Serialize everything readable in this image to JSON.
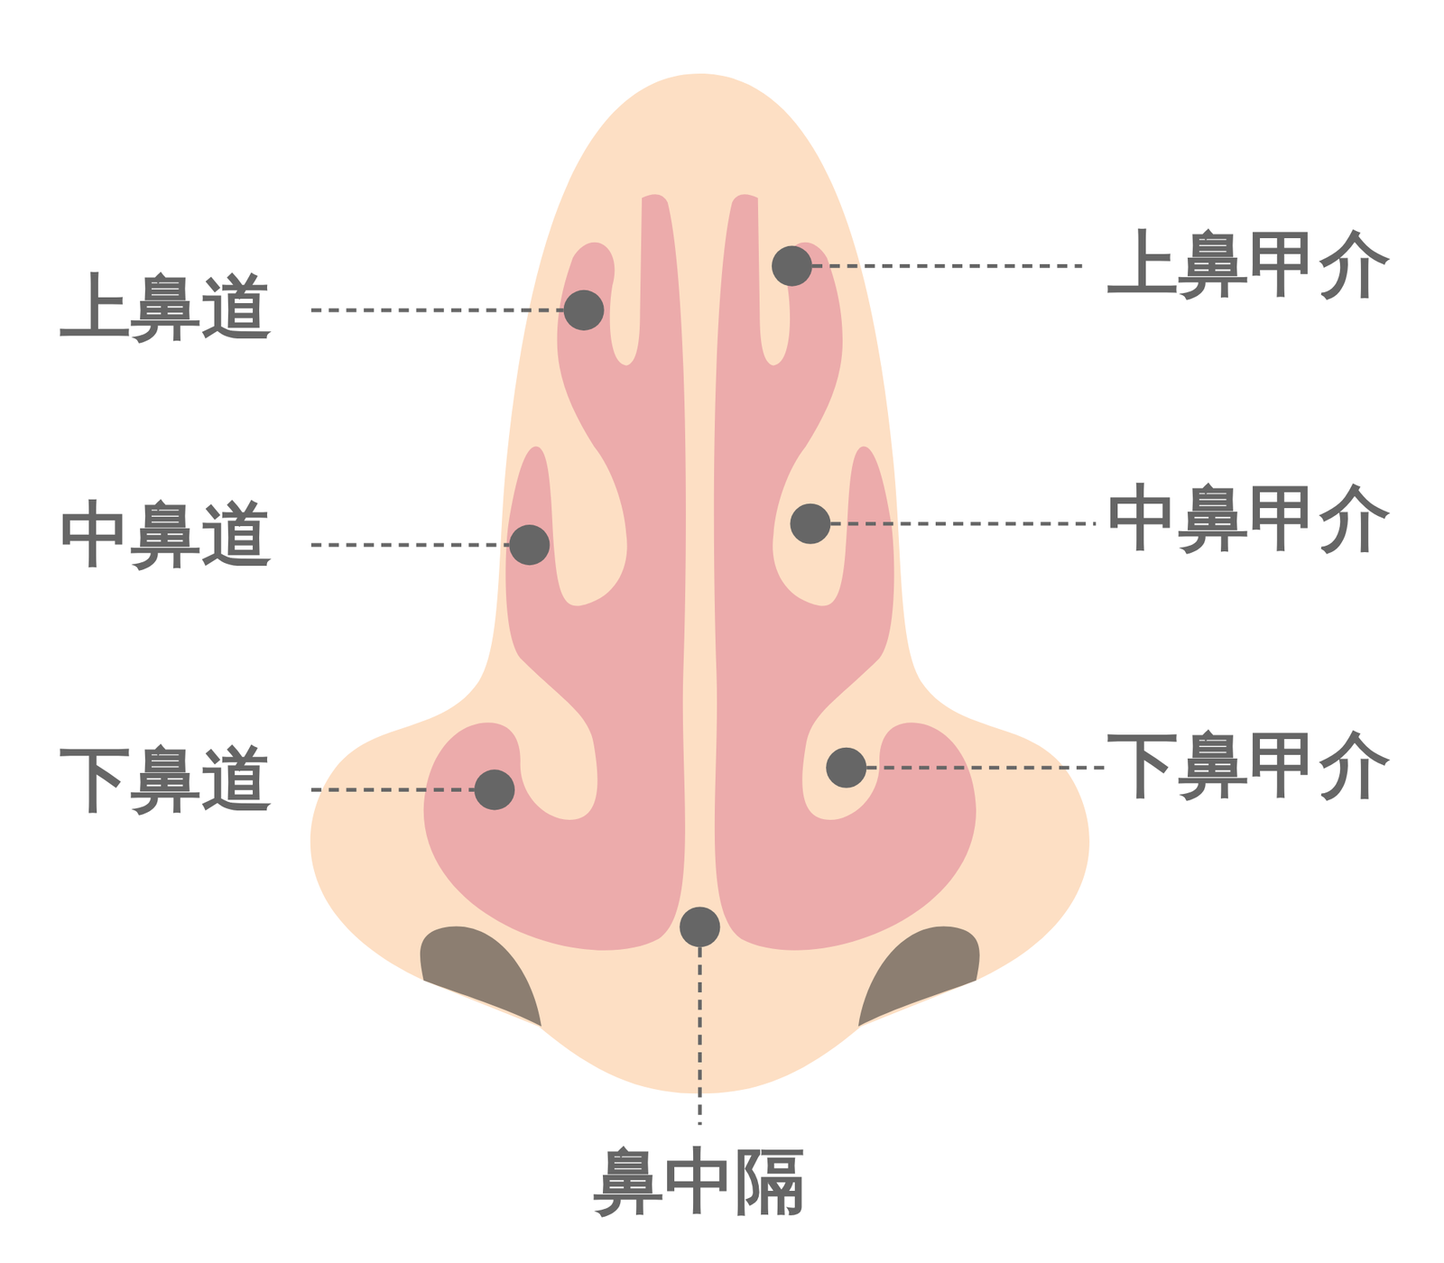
{
  "diagram": {
    "labels": [
      "上鼻道",
      "上鼻甲介",
      "中鼻道",
      "中鼻甲介",
      "下鼻道",
      "下鼻甲介",
      "鼻中隔"
    ]
  }
}
